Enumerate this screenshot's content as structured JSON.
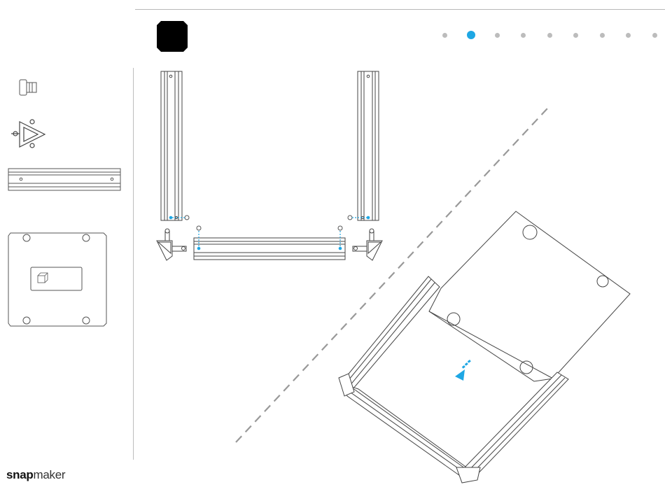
{
  "header": {
    "step_count": 9,
    "active_step": 2,
    "accent_color": "#1ea7e4",
    "inactive_color": "#bcbcbc"
  },
  "parts": [
    {
      "name": "screw",
      "icon": "screw-icon"
    },
    {
      "name": "corner-bracket",
      "icon": "triangle-bracket-icon"
    },
    {
      "name": "aluminum-profile",
      "icon": "profile-rail-icon"
    },
    {
      "name": "base-plate",
      "icon": "base-plate-icon"
    }
  ],
  "brand": {
    "logo_bold": "snap",
    "logo_light": "maker"
  }
}
